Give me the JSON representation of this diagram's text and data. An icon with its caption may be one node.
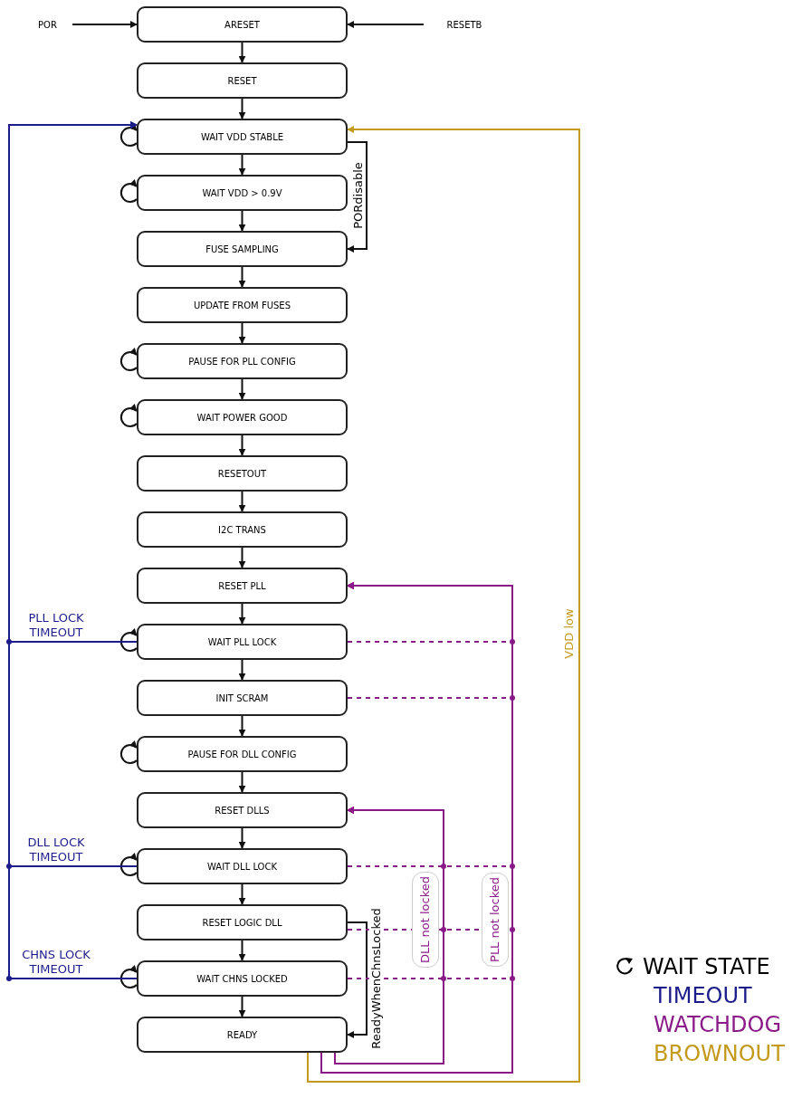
{
  "diagram": {
    "nodes": [
      {
        "text": [
          "POR"
        ]
      },
      {
        "text": [
          "ARESET"
        ]
      },
      {
        "text": [
          "RESETB"
        ]
      },
      {
        "text": [
          "RESET"
        ]
      },
      {
        "text": [
          "WAIT VDD STABLE"
        ]
      },
      {
        "text": [
          "WAIT VDD > 0.9V"
        ]
      },
      {
        "text": [
          "FUSE SAMPLING"
        ]
      },
      {
        "text": [
          "UPDATE FROM FUSES"
        ]
      },
      {
        "text": [
          "PAUSE FOR PLL CONFIG"
        ]
      },
      {
        "text": [
          "WAIT POWER GOOD"
        ]
      },
      {
        "text": [
          "RESETOUT"
        ]
      },
      {
        "text": [
          "I2C TRANS"
        ]
      },
      {
        "text": [
          "RESET PLL"
        ]
      },
      {
        "text": [
          "WAIT PLL LOCK"
        ]
      },
      {
        "text": [
          "INIT SCRAM"
        ]
      },
      {
        "text": [
          "PAUSE FOR DLL CONFIG"
        ]
      },
      {
        "text": [
          "RESET DLLS"
        ]
      },
      {
        "text": [
          "WAIT DLL LOCK"
        ]
      },
      {
        "text": [
          "RESET LOGIC DLL"
        ]
      },
      {
        "text": [
          "WAIT CHNS LOCKED"
        ]
      },
      {
        "text": [
          "READY"
        ]
      }
    ],
    "edges": [
      {
        "from": 0,
        "to": 1,
        "arrow": "to"
      },
      {
        "from": 2,
        "to": 1,
        "arrow": "to"
      },
      {
        "from": 1,
        "to": 3,
        "arrow": "to"
      },
      {
        "from": 3,
        "to": 4,
        "arrow": "to"
      },
      {
        "from": 4,
        "to": 5,
        "arrow": "to"
      },
      {
        "from": 5,
        "to": 6,
        "arrow": "to"
      },
      {
        "from": 6,
        "to": 7,
        "arrow": "to"
      },
      {
        "from": 7,
        "to": 8,
        "arrow": "to"
      },
      {
        "from": 8,
        "to": 9,
        "arrow": "to"
      },
      {
        "from": 9,
        "to": 10,
        "arrow": "to"
      },
      {
        "from": 10,
        "to": 11,
        "arrow": "to"
      },
      {
        "from": 11,
        "to": 12,
        "arrow": "to"
      },
      {
        "from": 12,
        "to": 13,
        "arrow": "to"
      },
      {
        "from": 13,
        "to": 14,
        "arrow": "to"
      },
      {
        "from": 14,
        "to": 15,
        "arrow": "to"
      },
      {
        "from": 15,
        "to": 16,
        "arrow": "to"
      },
      {
        "from": 16,
        "to": 17,
        "arrow": "to"
      },
      {
        "from": 17,
        "to": 18,
        "arrow": "to"
      },
      {
        "from": 18,
        "to": 19,
        "arrow": "to"
      },
      {
        "from": 19,
        "to": 20,
        "arrow": "to"
      },
      {
        "from": 4,
        "to": 6,
        "arrow": "to",
        "label": "PORdisable"
      },
      {
        "from": 18,
        "to": 20,
        "arrow": "to",
        "label": "ReadyWhenChnsLocked"
      },
      {
        "from": 4,
        "to": 4,
        "arrow": "to"
      },
      {
        "from": 5,
        "to": 5,
        "arrow": "to"
      },
      {
        "from": 8,
        "to": 8,
        "arrow": "to"
      },
      {
        "from": 9,
        "to": 9,
        "arrow": "to"
      },
      {
        "from": 13,
        "to": 13,
        "arrow": "to"
      },
      {
        "from": 15,
        "to": 15,
        "arrow": "to"
      },
      {
        "from": 17,
        "to": 17,
        "arrow": "to"
      },
      {
        "from": 19,
        "to": 19,
        "arrow": "to"
      },
      {
        "from": 13,
        "to": 4,
        "arrow": "to",
        "label": "PLL LOCK TIMEOUT",
        "color": "#1c1c8a"
      },
      {
        "from": 17,
        "to": 4,
        "arrow": "to",
        "label": "DLL LOCK TIMEOUT",
        "color": "#1c1c8a"
      },
      {
        "from": 19,
        "to": 4,
        "arrow": "to",
        "label": "CHNS LOCK TIMEOUT",
        "color": "#1c1c8a"
      },
      {
        "from": 13,
        "to": 12,
        "arrow": "to",
        "style": "dashed",
        "color": "#8b1a89"
      },
      {
        "from": 14,
        "to": 12,
        "arrow": "to",
        "style": "dashed",
        "color": "#8b1a89"
      },
      {
        "from": 17,
        "to": 12,
        "arrow": "to",
        "style": "dashed",
        "color": "#8b1a89"
      },
      {
        "from": 18,
        "to": 12,
        "arrow": "to",
        "style": "dashed",
        "color": "#8b1a89"
      },
      {
        "from": 19,
        "to": 12,
        "arrow": "to",
        "style": "dashed",
        "color": "#8b1a89"
      },
      {
        "from": 20,
        "to": 12,
        "arrow": "to",
        "label": "PLL not locked",
        "color": "#8b1a89"
      },
      {
        "from": 17,
        "to": 16,
        "arrow": "to",
        "style": "dashed",
        "color": "#8b1a89"
      },
      {
        "from": 18,
        "to": 16,
        "arrow": "to",
        "style": "dashed",
        "color": "#8b1a89"
      },
      {
        "from": 19,
        "to": 16,
        "arrow": "to",
        "style": "dashed",
        "color": "#8b1a89"
      },
      {
        "from": 20,
        "to": 16,
        "arrow": "to",
        "label": "DLL not locked",
        "color": "#8b1a89"
      },
      {
        "from": 20,
        "to": 4,
        "arrow": "to",
        "label": "VDD low",
        "color": "#c49a1c"
      }
    ],
    "legend": [
      {
        "text": "WAIT STATE"
      },
      {
        "text": "TIMEOUT",
        "color": "#1c1c8a"
      },
      {
        "text": "WATCHDOG",
        "color": "#8b1a89"
      },
      {
        "text": "BROWNOUT",
        "color": "#c49a1c"
      }
    ]
  }
}
